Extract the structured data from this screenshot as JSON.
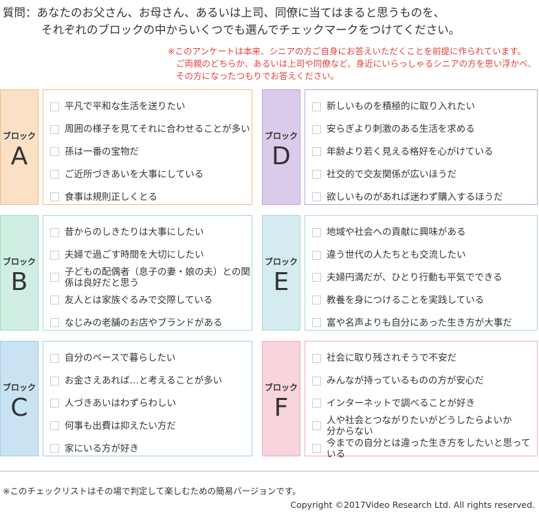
{
  "question": {
    "line1": "質問：あなたのお父さん、お母さん、あるいは上司、同僚に当てはまると思うものを、",
    "line2": "それぞれのブロックの中からいくつでも選んでチェックマークをつけてください。"
  },
  "note": [
    "※このアンケートは本来、シニアの方ご自身にお答えいただくことを前提に作られています。",
    "ご両親のどちらか、あるいは上司や同僚など、身近にいらっしゃるシニアの方を思い浮かべ、",
    "その方になったつもりでお答えください。"
  ],
  "blocks": [
    {
      "label": "ブロック",
      "letter": "A",
      "bg": "#fbe0c6",
      "border": "#f5b97e",
      "items": [
        "平凡で平和な生活を送りたい",
        "周囲の様子を見てそれに合わせることが多い",
        "孫は一番の宝物だ",
        "ご近所づきあいを大事にしている",
        "食事は規則正しくとる"
      ]
    },
    {
      "label": "ブロック",
      "letter": "B",
      "bg": "#d0efe2",
      "border": "#9edcc2",
      "items": [
        "昔からのしきたりは大事にしたい",
        "夫婦で過ごす時間を大切にしたい",
        "子どもの配偶者（息子の妻・娘の夫）との関係は良好だと思う",
        "友人とは家族ぐるみで交際している",
        "なじみの老舗のお店やブランドがある"
      ]
    },
    {
      "label": "ブロック",
      "letter": "C",
      "bg": "#c9e3f3",
      "border": "#a0cbe8",
      "items": [
        "自分のペースで暮らしたい",
        "お金さえあれば…と考えることが多い",
        "人づきあいはわずらわしい",
        "何事も出費は抑えたい方だ",
        "家にいる方が好き"
      ]
    },
    {
      "label": "ブロック",
      "letter": "D",
      "bg": "#dacbea",
      "border": "#bba0d8",
      "items": [
        "新しいものを積極的に取り入れたい",
        "安らぎより刺激のある生活を求める",
        "年齢より若く見える格好を心がけている",
        "社交的で交友関係が広いほうだ",
        "欲しいものがあれば迷わず購入するほうだ"
      ]
    },
    {
      "label": "ブロック",
      "letter": "E",
      "bg": "#d4ecef",
      "border": "#a8d5db",
      "items": [
        "地域や社会への貢献に興味がある",
        "違う世代の人たちとも交流したい",
        "夫婦円満だが、ひとり行動も平気でできる",
        "教養を身につけることを実践している",
        "富や名声よりも自分にあった生き方が大事だ"
      ]
    },
    {
      "label": "ブロック",
      "letter": "F",
      "bg": "#f8d4dc",
      "border": "#efadbb",
      "items": [
        "社会に取り残されそうで不安だ",
        "みんなが持っているものの方が安心だ",
        "インターネットで調べることが好き",
        "人や社会とつながりたいがどうしたらよいか分からない",
        "今までの自分とは違った生き方をしたいと思っている"
      ]
    }
  ],
  "footnote": "※このチェックリストはその場で判定して楽しむための簡易バージョンです。",
  "copyright": "Copyright ©2017Video Research Ltd. All rights reserved."
}
